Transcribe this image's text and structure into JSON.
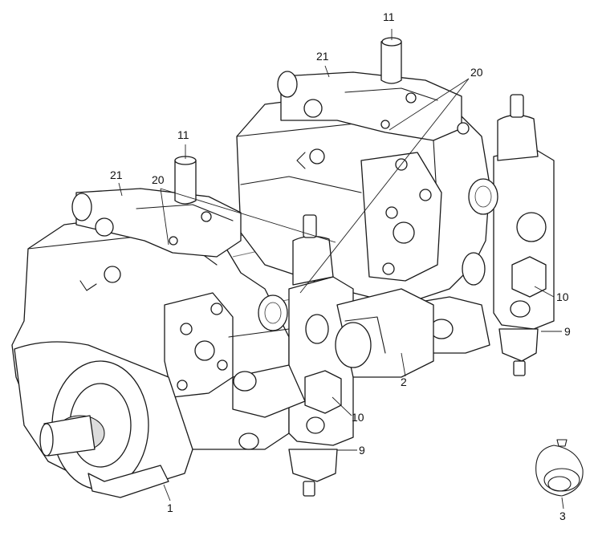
{
  "callouts": [
    {
      "id": "c11a",
      "text": "11"
    },
    {
      "id": "c21a",
      "text": "21"
    },
    {
      "id": "c20a",
      "text": "20"
    },
    {
      "id": "c11b",
      "text": "11"
    },
    {
      "id": "c21b",
      "text": "21"
    },
    {
      "id": "c20b",
      "text": "20"
    },
    {
      "id": "c10a",
      "text": "10"
    },
    {
      "id": "c9a",
      "text": "9"
    },
    {
      "id": "c2",
      "text": "2"
    },
    {
      "id": "c10b",
      "text": "10"
    },
    {
      "id": "c9b",
      "text": "9"
    },
    {
      "id": "c1",
      "text": "1"
    },
    {
      "id": "c3",
      "text": "3"
    }
  ]
}
